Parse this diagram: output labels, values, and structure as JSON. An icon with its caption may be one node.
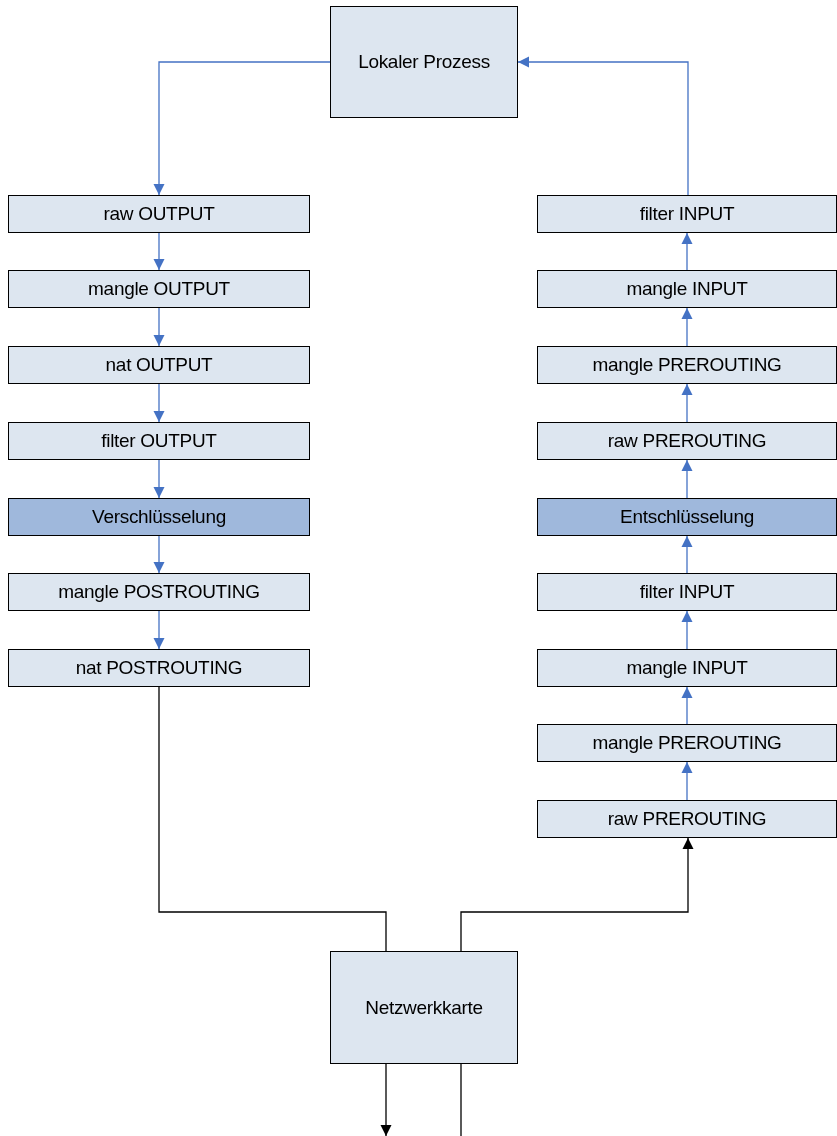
{
  "diagram": {
    "nodes": [
      {
        "text": [
          "Lokaler Prozess"
        ]
      },
      {
        "text": [
          "raw OUTPUT"
        ]
      },
      {
        "text": [
          "mangle OUTPUT"
        ]
      },
      {
        "text": [
          "nat OUTPUT"
        ]
      },
      {
        "text": [
          "filter OUTPUT"
        ]
      },
      {
        "text": [
          "Verschlüsselung"
        ]
      },
      {
        "text": [
          "mangle POSTROUTING"
        ]
      },
      {
        "text": [
          "nat POSTROUTING"
        ]
      },
      {
        "text": [
          "filter INPUT"
        ]
      },
      {
        "text": [
          "mangle INPUT"
        ]
      },
      {
        "text": [
          "mangle PREROUTING"
        ]
      },
      {
        "text": [
          "raw PREROUTING"
        ]
      },
      {
        "text": [
          "Entschlüsselung"
        ]
      },
      {
        "text": [
          "filter INPUT"
        ]
      },
      {
        "text": [
          "mangle INPUT"
        ]
      },
      {
        "text": [
          "mangle PREROUTING"
        ]
      },
      {
        "text": [
          "raw PREROUTING"
        ]
      },
      {
        "text": [
          "Netzwerkkarte"
        ]
      }
    ],
    "edges": [
      {
        "from": 0,
        "to": 1,
        "arrow": "to"
      },
      {
        "from": 1,
        "to": 2,
        "arrow": "to"
      },
      {
        "from": 2,
        "to": 3,
        "arrow": "to"
      },
      {
        "from": 3,
        "to": 4,
        "arrow": "to"
      },
      {
        "from": 4,
        "to": 5,
        "arrow": "to"
      },
      {
        "from": 5,
        "to": 6,
        "arrow": "to"
      },
      {
        "from": 6,
        "to": 7,
        "arrow": "to"
      },
      {
        "from": 7,
        "to": 17,
        "arrow": "none",
        "color": "#000000"
      },
      {
        "from": 17,
        "to": 16,
        "arrow": "to",
        "color": "#000000"
      },
      {
        "from": 16,
        "to": 15,
        "arrow": "to"
      },
      {
        "from": 15,
        "to": 14,
        "arrow": "to"
      },
      {
        "from": 14,
        "to": 13,
        "arrow": "to"
      },
      {
        "from": 13,
        "to": 12,
        "arrow": "to"
      },
      {
        "from": 12,
        "to": 11,
        "arrow": "to"
      },
      {
        "from": 11,
        "to": 10,
        "arrow": "to"
      },
      {
        "from": 10,
        "to": 9,
        "arrow": "to"
      },
      {
        "from": 9,
        "to": 8,
        "arrow": "to"
      },
      {
        "from": 8,
        "to": 0,
        "arrow": "to"
      },
      {
        "from": 17,
        "to": null,
        "arrow": "to",
        "color": "#000000"
      },
      {
        "from": null,
        "to": 17,
        "arrow": "none",
        "color": "#000000"
      }
    ]
  }
}
